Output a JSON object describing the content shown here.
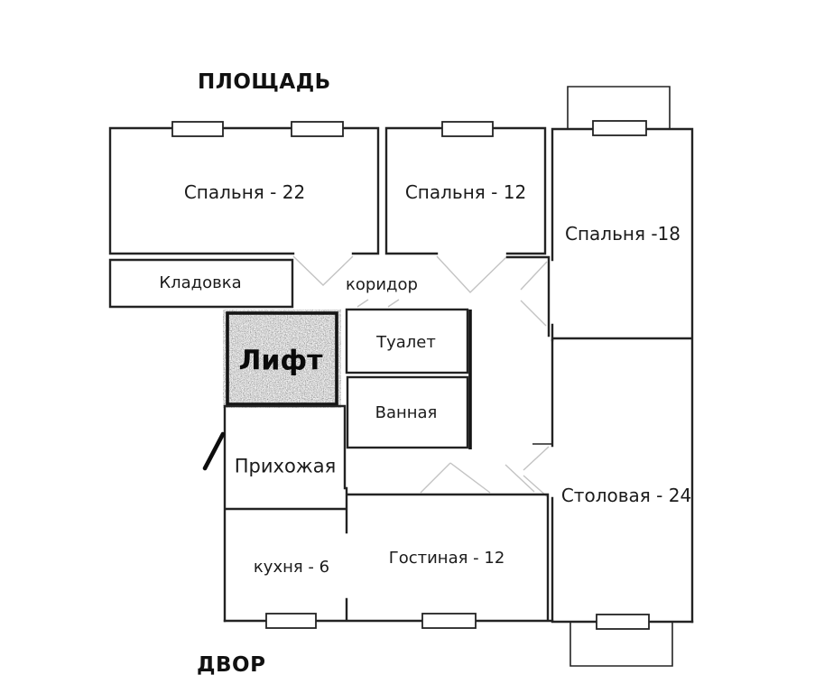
{
  "titles": {
    "street_side": "ПЛОЩАДЬ",
    "yard_side": "ДВОР"
  },
  "rooms": {
    "bedroom_22": "Спальня - 22",
    "bedroom_12": "Спальня - 12",
    "bedroom_18": "Спальня -18",
    "storage": "Кладовка",
    "corridor": "коридор",
    "toilet": "Туалет",
    "bathroom": "Ванная",
    "elevator": "Лифт",
    "hallway": "Прихожая",
    "kitchen": "кухня - 6",
    "living_room": "Гостиная - 12",
    "dining_room": "Столовая - 24"
  },
  "colors": {
    "wall": "#232323",
    "door_swing": "#c3c3c3",
    "elevator_fill": "#cfcfcf",
    "background": "#ffffff"
  }
}
